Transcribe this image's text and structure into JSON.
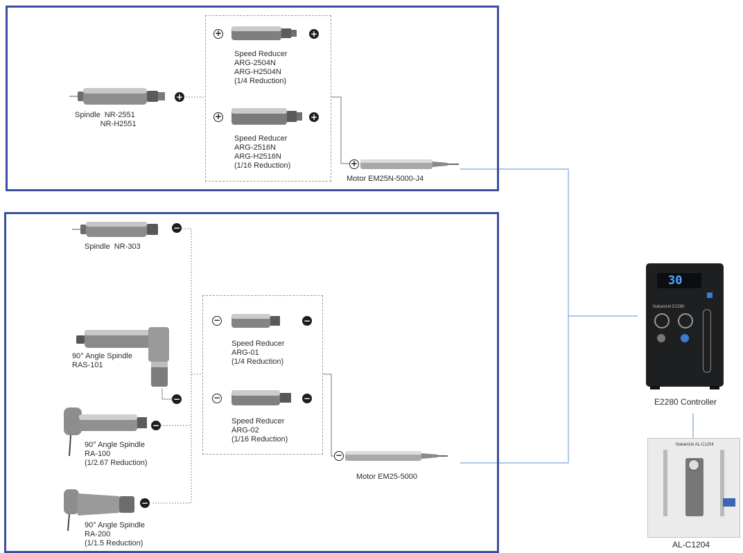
{
  "top_group": {
    "spindle": {
      "label": "Spindle  NR-2551\n            NR-H2551"
    },
    "reducer_1": {
      "label": "Speed Reducer\nARG-2504N\nARG-H2504N\n(1/4 Reduction)"
    },
    "reducer_2": {
      "label": "Speed Reducer\nARG-2516N\nARG-H2516N\n(1/16 Reduction)"
    },
    "motor": {
      "label": "Motor EM25N-5000-J4"
    },
    "symbol": "+"
  },
  "bottom_group": {
    "spindle_nr303": {
      "label": "Spindle  NR-303"
    },
    "spindle_ras101": {
      "label": "90° Angle Spindle\nRAS-101"
    },
    "spindle_ra100": {
      "label": "90° Angle Spindle\nRA-100\n(1/2.67 Reduction)"
    },
    "spindle_ra200": {
      "label": "90° Angle Spindle\nRA-200\n(1/1.5 Reduction)"
    },
    "reducer_1": {
      "label": "Speed Reducer\nARG-01\n(1/4 Reduction)"
    },
    "reducer_2": {
      "label": "Speed Reducer\nARG-02\n(1/16 Reduction)"
    },
    "motor": {
      "label": "Motor EM25-5000"
    },
    "symbol": "−"
  },
  "controller": {
    "label": "E2280 Controller",
    "display": "30",
    "brand": "Nakanishi  E2280"
  },
  "air_line_kit": {
    "label": "AL-C1204",
    "plate_text": "Nakanishi AL-C1204"
  },
  "colors": {
    "frame": "#3b4f9e",
    "wire": "#5b8fd6",
    "dash": "#9a9a9a"
  }
}
